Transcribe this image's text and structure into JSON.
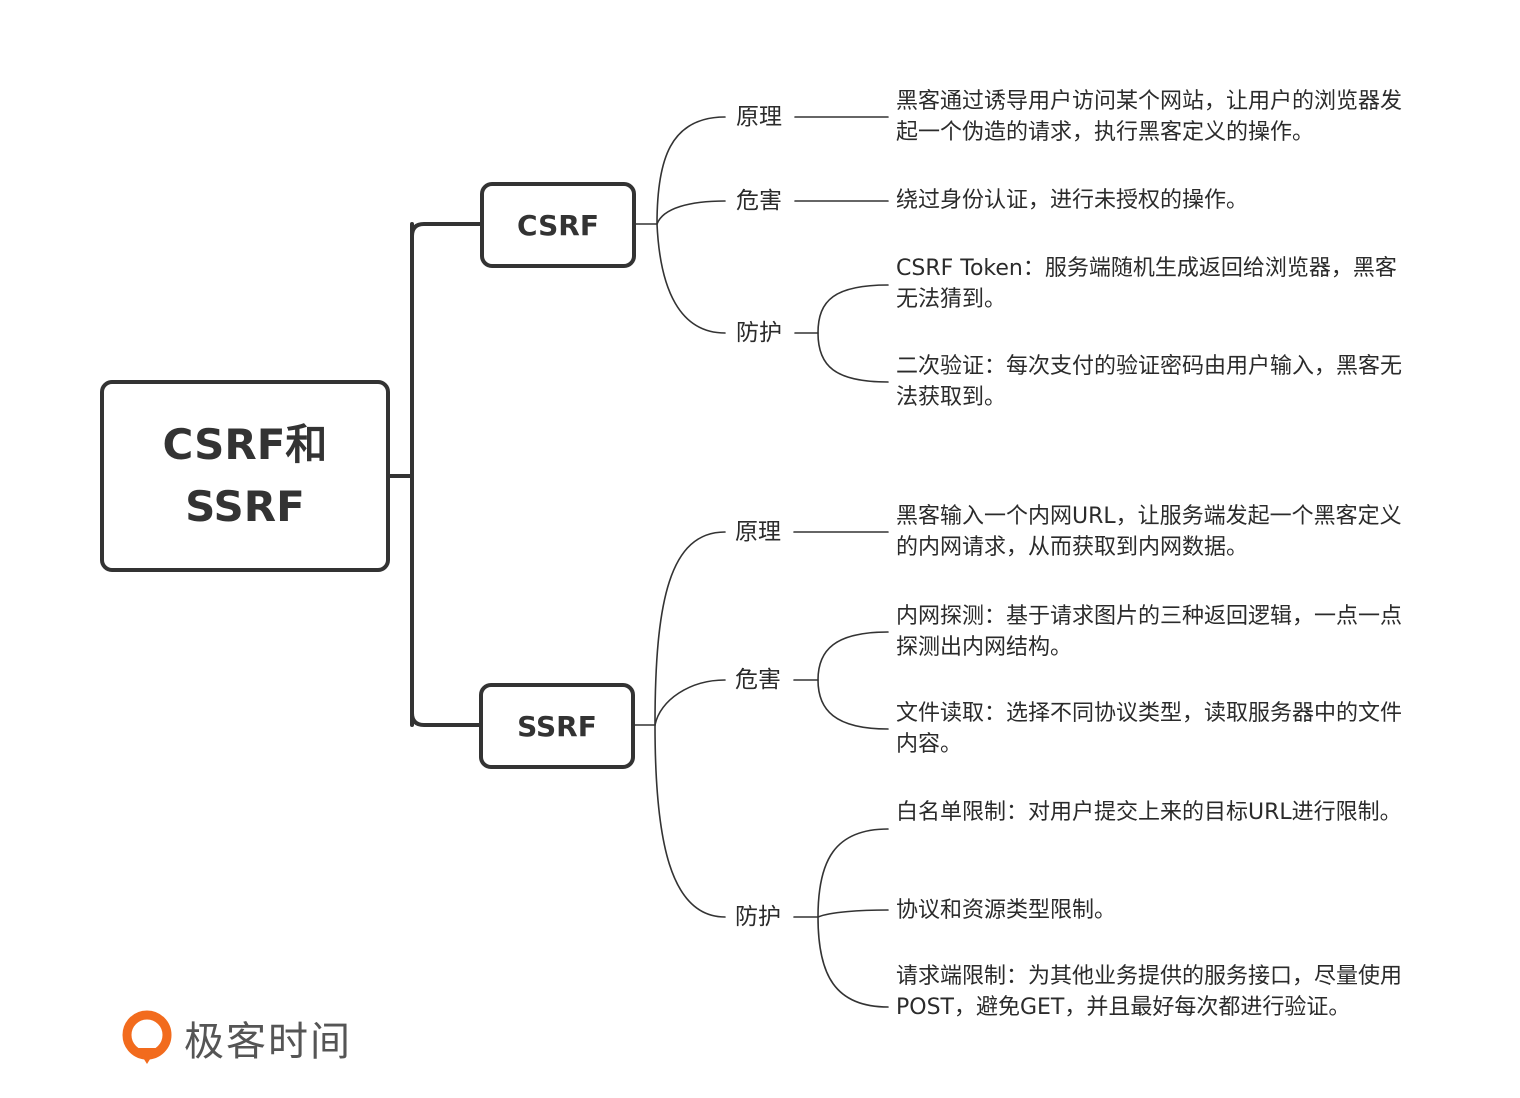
{
  "root": {
    "label": "CSRF和\nSSRF"
  },
  "csrf": {
    "label": "CSRF",
    "principle": {
      "label": "原理",
      "text": "黑客通过诱导用户访问某个网站，让用户的浏览器发起一个伪造的请求，执行黑客定义的操作。"
    },
    "harm": {
      "label": "危害",
      "text": "绕过身份认证，进行未授权的操作。"
    },
    "defense": {
      "label": "防护",
      "items": [
        "CSRF Token：服务端随机生成返回给浏览器，黑客无法猜到。",
        "二次验证：每次支付的验证密码由用户输入，黑客无法获取到。"
      ]
    }
  },
  "ssrf": {
    "label": "SSRF",
    "principle": {
      "label": "原理",
      "text": "黑客输入一个内网URL，让服务端发起一个黑客定义的内网请求，从而获取到内网数据。"
    },
    "harm": {
      "label": "危害",
      "items": [
        "内网探测：基于请求图片的三种返回逻辑，一点一点探测出内网结构。",
        "文件读取：选择不同协议类型，读取服务器中的文件内容。"
      ]
    },
    "defense": {
      "label": "防护",
      "items": [
        "白名单限制：对用户提交上来的目标URL进行限制。",
        "协议和资源类型限制。",
        "请求端限制：为其他业务提供的服务接口，尽量使用POST，避免GET，并且最好每次都进行验证。"
      ]
    }
  },
  "logo": {
    "text": "极客时间",
    "colors": {
      "orange": "#f26b1d",
      "gray": "#555555"
    }
  }
}
